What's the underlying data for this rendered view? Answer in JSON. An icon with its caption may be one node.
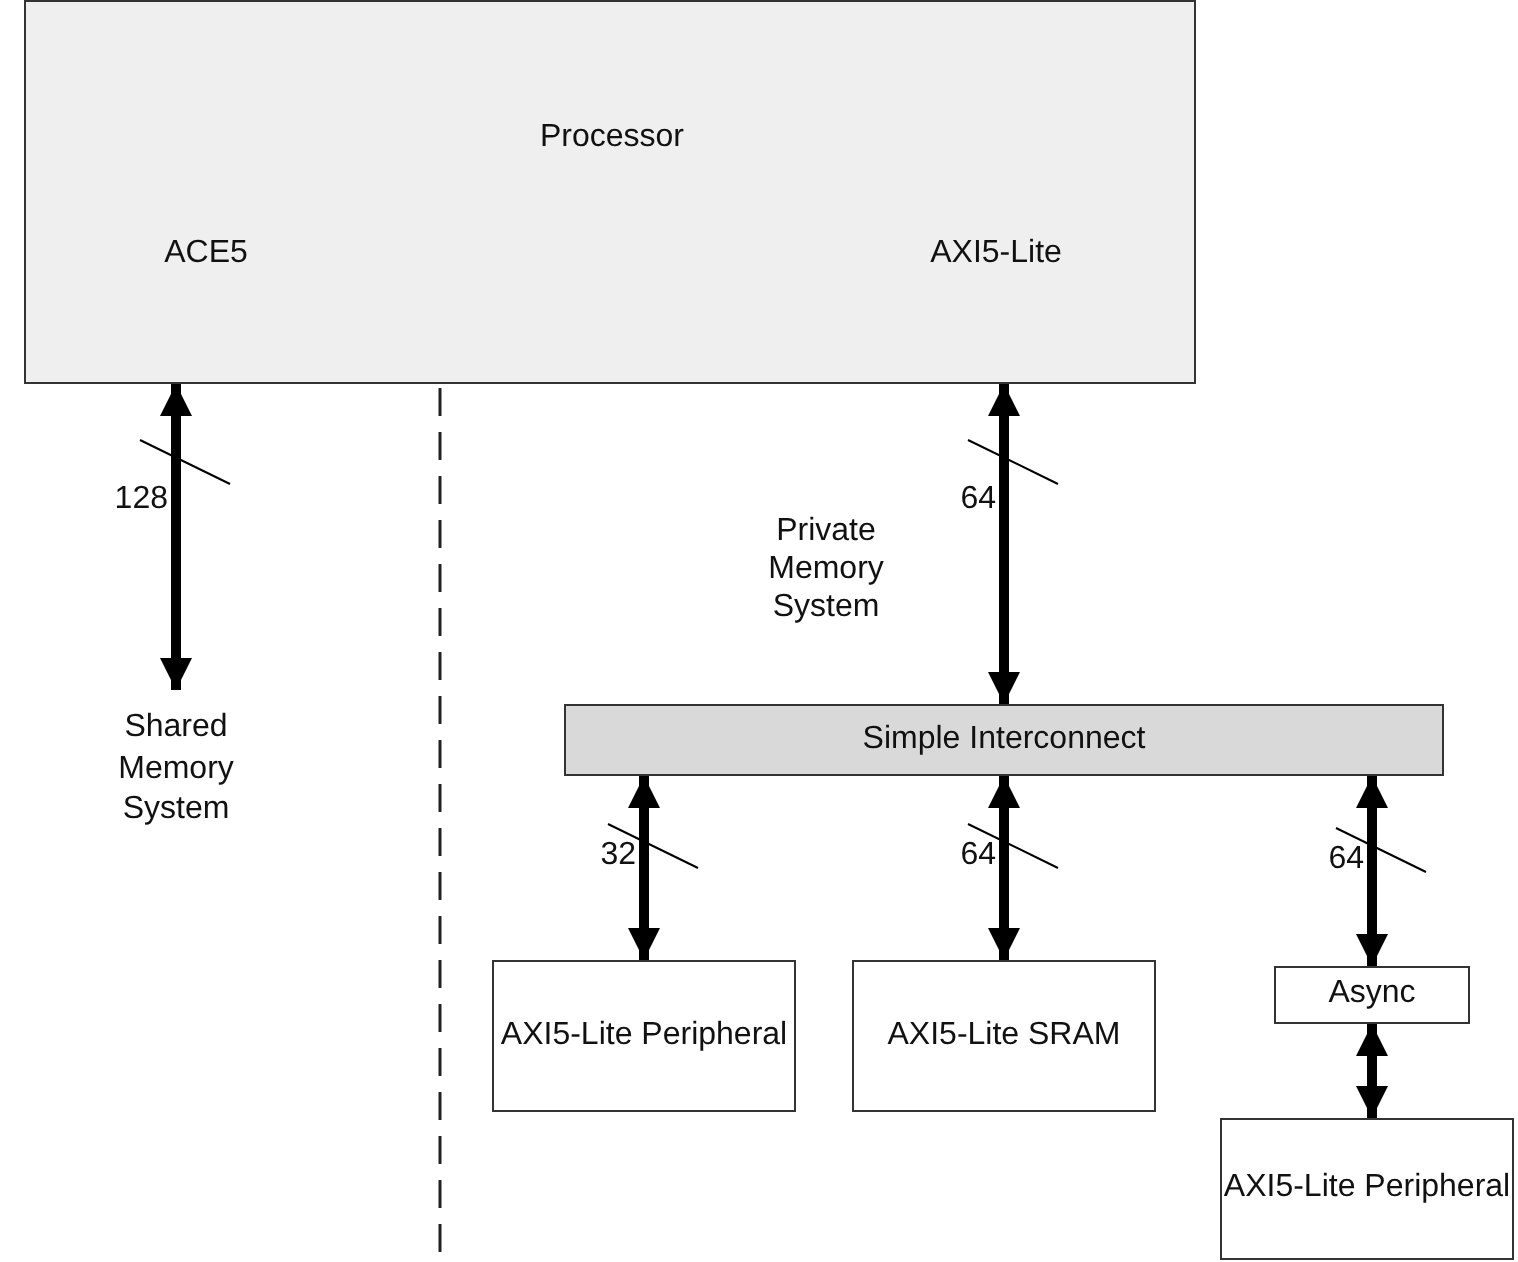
{
  "diagram": {
    "nodes": [
      {
        "text": [
          "Processor",
          "ACE5",
          "AXI5-Lite"
        ]
      },
      {
        "text": [
          "Shared Memory System"
        ]
      },
      {
        "text": [
          "Simple Interconnect"
        ]
      },
      {
        "text": [
          "AXI5-Lite Peripheral"
        ]
      },
      {
        "text": [
          "AXI5-Lite SRAM"
        ]
      },
      {
        "text": [
          "Async"
        ]
      },
      {
        "text": [
          "AXI5-Lite Peripheral"
        ]
      }
    ],
    "edges": [
      {
        "from": 0,
        "to": 1,
        "arrow": "both",
        "label": "128"
      },
      {
        "from": 0,
        "to": 2,
        "arrow": "both",
        "label": "64"
      },
      {
        "from": 2,
        "to": 3,
        "arrow": "both",
        "label": "32"
      },
      {
        "from": 2,
        "to": 4,
        "arrow": "both",
        "label": "64"
      },
      {
        "from": 2,
        "to": 5,
        "arrow": "both",
        "label": "64"
      },
      {
        "from": 5,
        "to": 6,
        "arrow": "both"
      }
    ],
    "labels": [
      "Private Memory System"
    ]
  }
}
